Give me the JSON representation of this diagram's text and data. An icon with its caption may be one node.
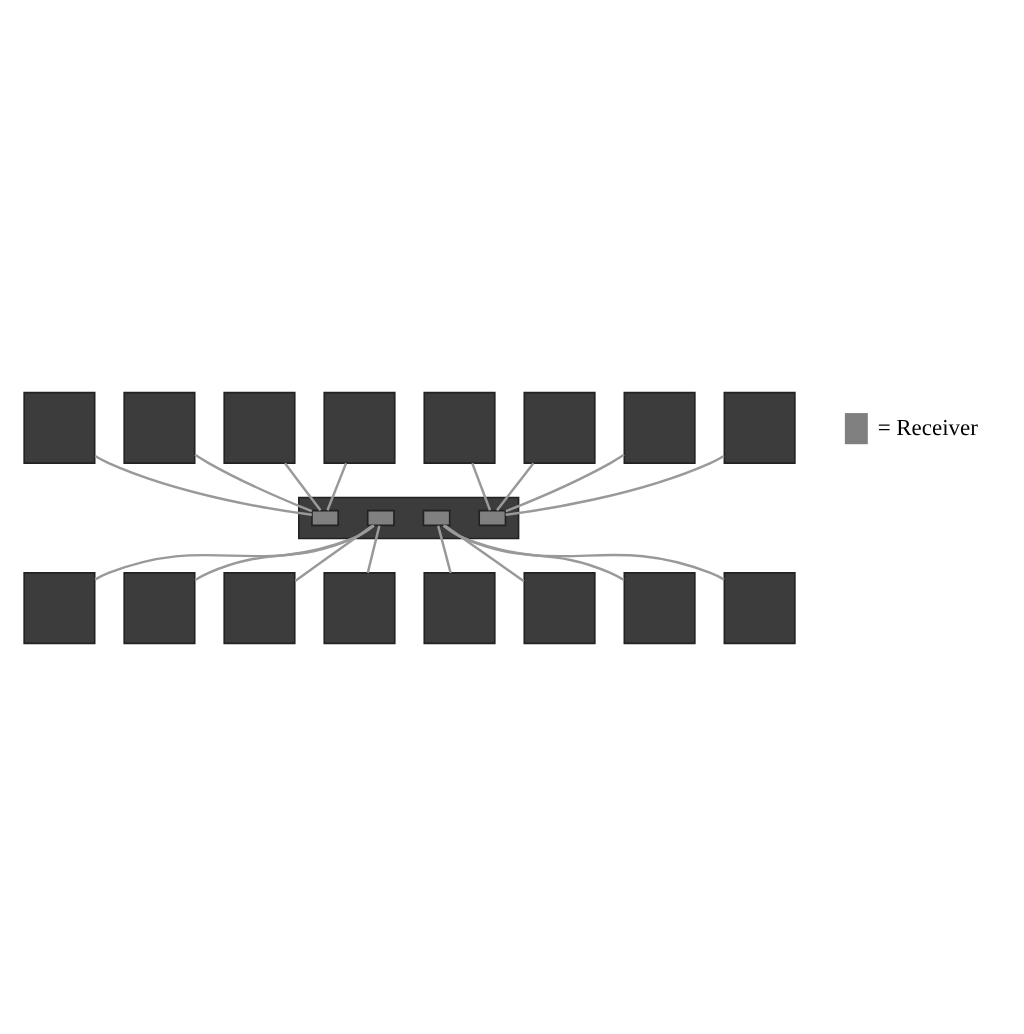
{
  "diagram": {
    "nodes": [
      {
        "text": [],
        "shape": "box"
      },
      {
        "text": [],
        "shape": "box"
      },
      {
        "text": [],
        "shape": "box"
      },
      {
        "text": [],
        "shape": "box"
      },
      {
        "text": [],
        "shape": "box"
      },
      {
        "text": [],
        "shape": "box"
      },
      {
        "text": [],
        "shape": "box"
      },
      {
        "text": [],
        "shape": "box"
      },
      {
        "text": [],
        "shape": "box"
      },
      {
        "text": [],
        "shape": "box",
        "in": 8
      },
      {
        "text": [],
        "shape": "box",
        "in": 8
      },
      {
        "text": [],
        "shape": "box",
        "in": 8
      },
      {
        "text": [],
        "shape": "box",
        "in": 8
      },
      {
        "text": [],
        "shape": "box"
      },
      {
        "text": [],
        "shape": "box"
      },
      {
        "text": [],
        "shape": "box"
      },
      {
        "text": [],
        "shape": "box"
      },
      {
        "text": [],
        "shape": "box"
      },
      {
        "text": [],
        "shape": "box"
      },
      {
        "text": [],
        "shape": "box"
      },
      {
        "text": [],
        "shape": "box"
      }
    ],
    "edges": [
      {
        "from": 0,
        "to": 9,
        "arrow": "none"
      },
      {
        "from": 1,
        "to": 9,
        "arrow": "none"
      },
      {
        "from": 2,
        "to": 9,
        "arrow": "none"
      },
      {
        "from": 3,
        "to": 9,
        "arrow": "none"
      },
      {
        "from": 4,
        "to": 12,
        "arrow": "none"
      },
      {
        "from": 5,
        "to": 12,
        "arrow": "none"
      },
      {
        "from": 6,
        "to": 12,
        "arrow": "none"
      },
      {
        "from": 7,
        "to": 12,
        "arrow": "none"
      },
      {
        "from": 10,
        "to": 13,
        "arrow": "none"
      },
      {
        "from": 10,
        "to": 14,
        "arrow": "none"
      },
      {
        "from": 10,
        "to": 15,
        "arrow": "none"
      },
      {
        "from": 10,
        "to": 16,
        "arrow": "none"
      },
      {
        "from": 11,
        "to": 17,
        "arrow": "none"
      },
      {
        "from": 11,
        "to": 18,
        "arrow": "none"
      },
      {
        "from": 11,
        "to": 19,
        "arrow": "none"
      },
      {
        "from": 11,
        "to": 20,
        "arrow": "none"
      }
    ],
    "legend": [
      {
        "text": "= Receiver",
        "color": "#808080"
      }
    ]
  }
}
